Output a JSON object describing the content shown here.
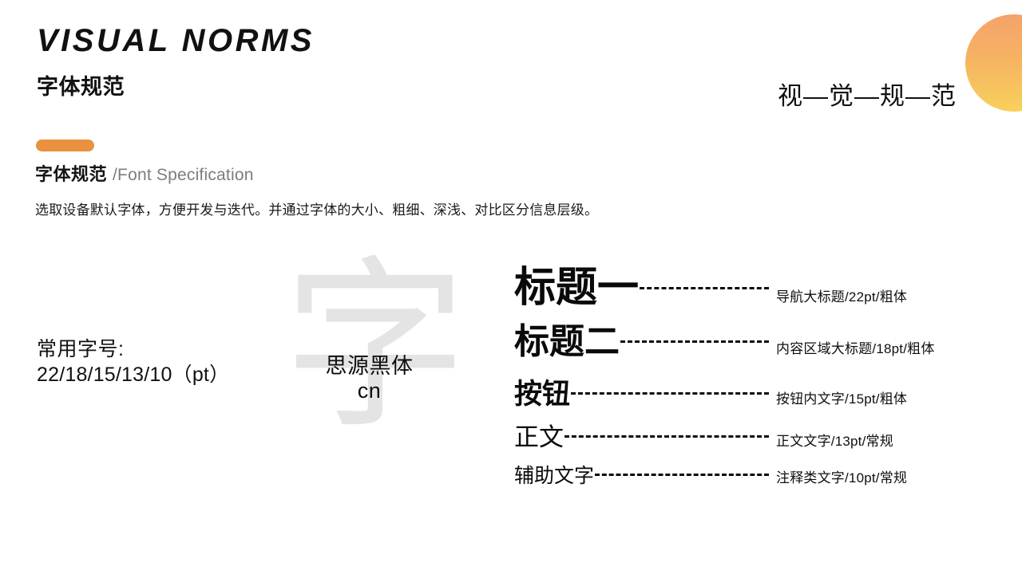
{
  "header": {
    "title_en": "VISUAL NORMS",
    "title_cn": "字体规范",
    "right_tag": "视—觉—规—范"
  },
  "decor": {
    "circle_gradient_from": "#F5A26B",
    "circle_gradient_to": "#F8D05C",
    "pill_color": "#E8913E"
  },
  "section": {
    "heading_cn": "字体规范",
    "heading_en": "/Font Specification",
    "description": "选取设备默认字体，方便开发与迭代。并通过字体的大小、粗细、深浅、对比区分信息层级。"
  },
  "sizes": {
    "label": "常用字号:",
    "value": "22/18/15/13/10（pt）"
  },
  "watermark": {
    "glyph": "字",
    "font_name_line1": "思源黑体",
    "font_name_line2": "cn",
    "glyph_color": "#E4E4E4"
  },
  "type_scale": {
    "rows": [
      {
        "sample": "标题一",
        "note": "导航大标题/22pt/粗体"
      },
      {
        "sample": "标题二",
        "note": "内容区域大标题/18pt/粗体"
      },
      {
        "sample": "按钮",
        "note": "按钮内文字/15pt/粗体"
      },
      {
        "sample": "正文",
        "note": "正文文字/13pt/常规"
      },
      {
        "sample": "辅助文字",
        "note": "注释类文字/10pt/常规"
      }
    ]
  }
}
